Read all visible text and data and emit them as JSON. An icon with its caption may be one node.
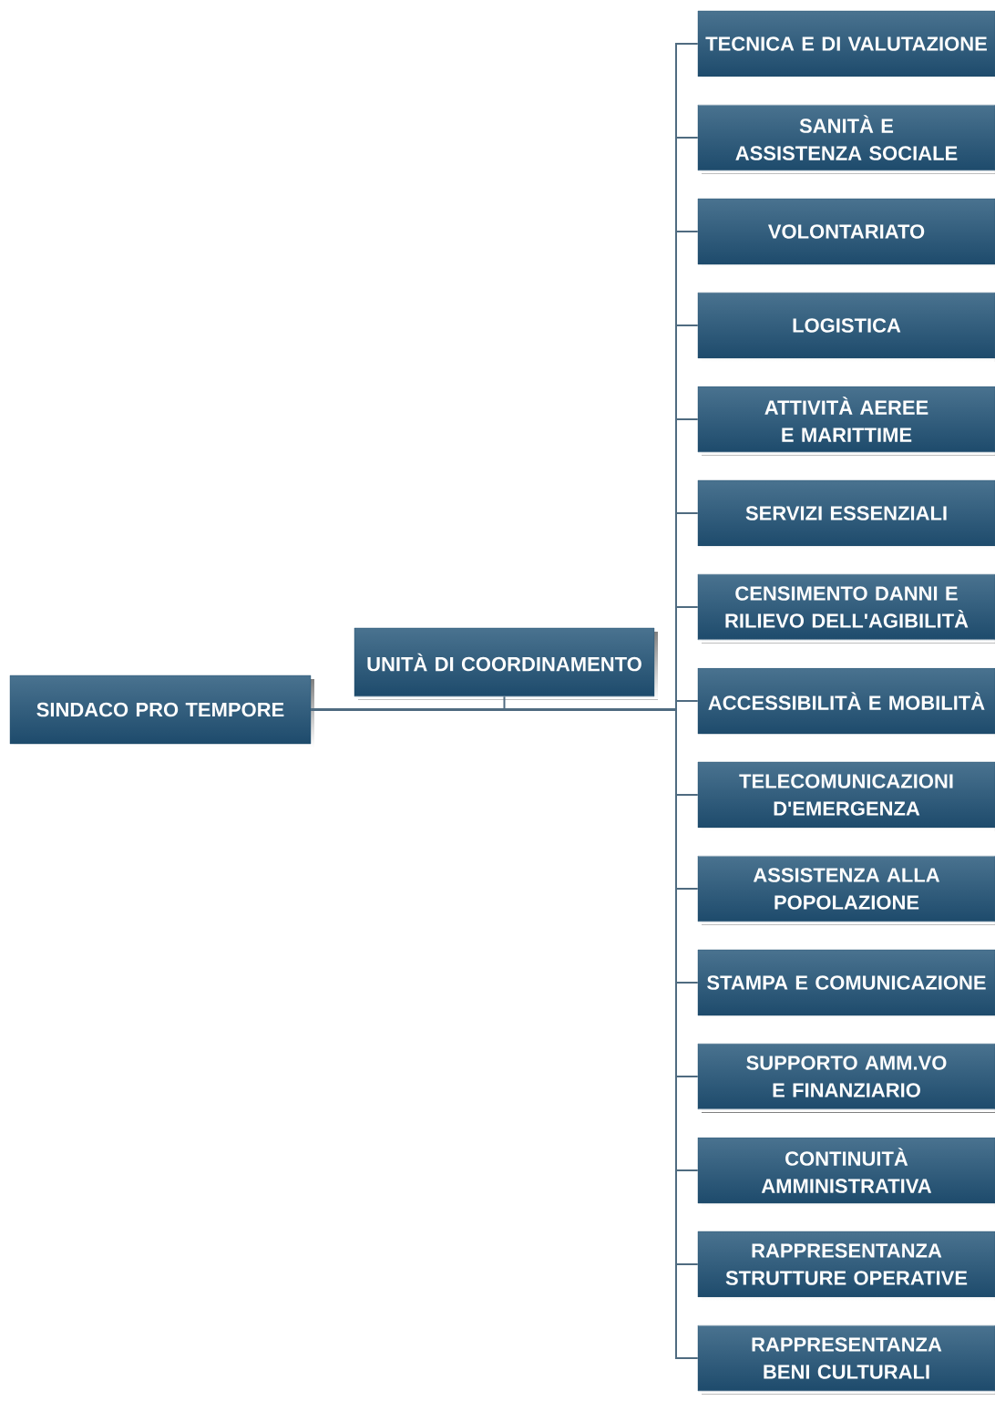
{
  "diagram": {
    "nodes": [
      {
        "text": [
          "SINDACO PRO TEMPORE"
        ]
      },
      {
        "text": [
          "UNITÀ DI COORDINAMENTO"
        ]
      },
      {
        "text": [
          "TECNICA E DI VALUTAZIONE"
        ]
      },
      {
        "text": [
          "SANITÀ E ASSISTENZA SOCIALE"
        ]
      },
      {
        "text": [
          "VOLONTARIATO"
        ]
      },
      {
        "text": [
          "LOGISTICA"
        ]
      },
      {
        "text": [
          "ATTIVITÀ AEREE E MARITTIME"
        ]
      },
      {
        "text": [
          "SERVIZI ESSENZIALI"
        ]
      },
      {
        "text": [
          "CENSIMENTO DANNI E RILIEVO DELL'AGIBILITÀ"
        ]
      },
      {
        "text": [
          "ACCESSIBILITÀ E MOBILITÀ"
        ]
      },
      {
        "text": [
          "TELECOMUNICAZIONI D'EMERGENZA"
        ]
      },
      {
        "text": [
          "ASSISTENZA ALLA POPOLAZIONE"
        ]
      },
      {
        "text": [
          "STAMPA E COMUNICAZIONE"
        ]
      },
      {
        "text": [
          "SUPPORTO AMM.VO E FINANZIARIO"
        ]
      },
      {
        "text": [
          "CONTINUITÀ AMMINISTRATIVA"
        ]
      },
      {
        "text": [
          "RAPPRESENTANZA STRUTTURE OPERATIVE"
        ]
      },
      {
        "text": [
          "RAPPRESENTANZA BENI CULTURALI"
        ]
      }
    ],
    "edges": [
      {
        "from": 0,
        "to": 1,
        "arrow": "none"
      },
      {
        "from": 0,
        "to": 2,
        "arrow": "none"
      },
      {
        "from": 0,
        "to": 3,
        "arrow": "none"
      },
      {
        "from": 0,
        "to": 4,
        "arrow": "none"
      },
      {
        "from": 0,
        "to": 5,
        "arrow": "none"
      },
      {
        "from": 0,
        "to": 6,
        "arrow": "none"
      },
      {
        "from": 0,
        "to": 7,
        "arrow": "none"
      },
      {
        "from": 0,
        "to": 8,
        "arrow": "none"
      },
      {
        "from": 0,
        "to": 9,
        "arrow": "none"
      },
      {
        "from": 0,
        "to": 10,
        "arrow": "none"
      },
      {
        "from": 0,
        "to": 11,
        "arrow": "none"
      },
      {
        "from": 0,
        "to": 12,
        "arrow": "none"
      },
      {
        "from": 0,
        "to": 13,
        "arrow": "none"
      },
      {
        "from": 0,
        "to": 14,
        "arrow": "none"
      },
      {
        "from": 0,
        "to": 15,
        "arrow": "none"
      },
      {
        "from": 0,
        "to": 16,
        "arrow": "none"
      }
    ]
  }
}
